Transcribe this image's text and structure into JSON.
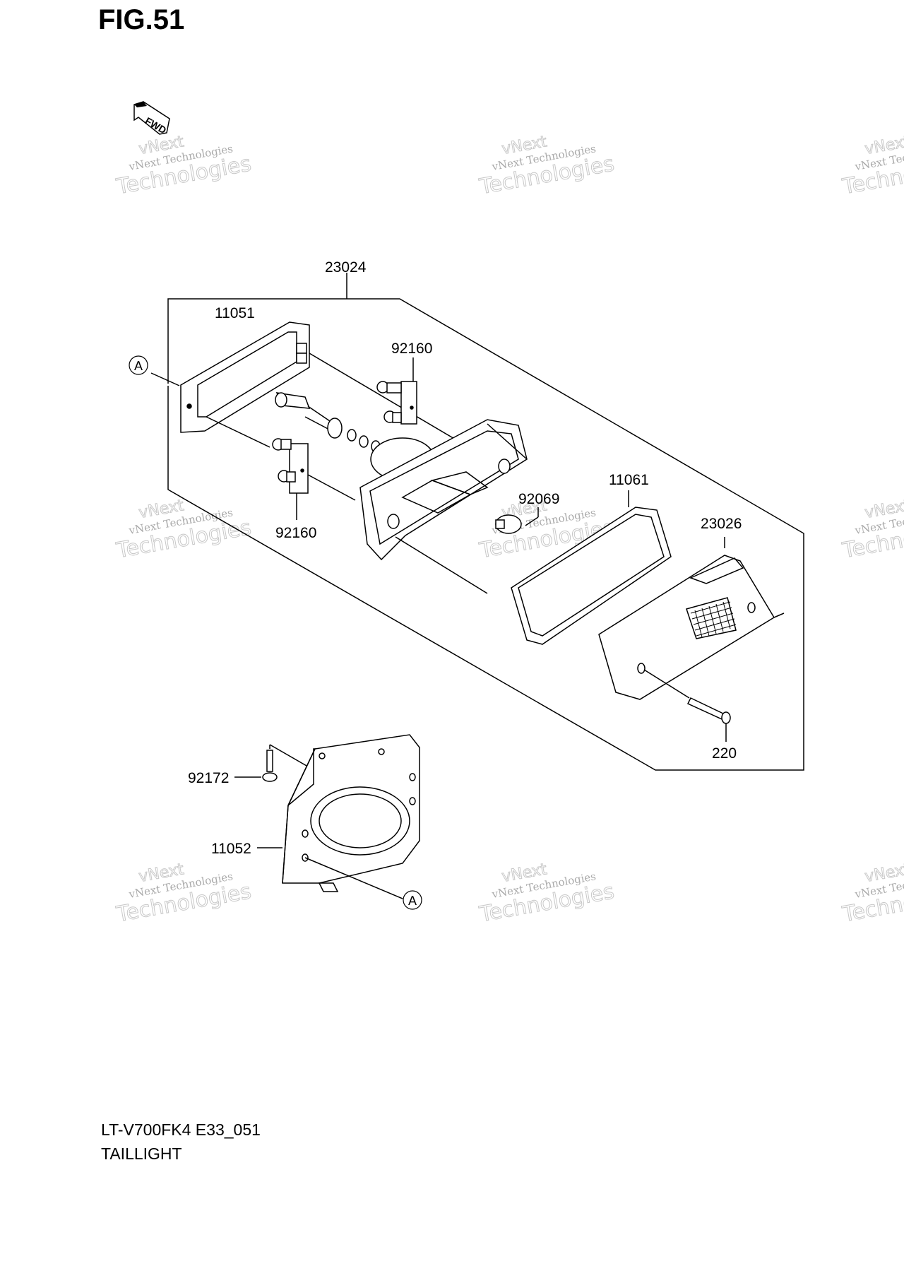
{
  "figure": {
    "title": "FIG.51",
    "model_code": "LT-V700FK4 E33_051",
    "assembly_name": "TAILLIGHT"
  },
  "fwd_label": "FWD",
  "callout_letter": "A",
  "parts": [
    {
      "number": "23024"
    },
    {
      "number": "11051"
    },
    {
      "number": "92160"
    },
    {
      "number": "92160"
    },
    {
      "number": "92069"
    },
    {
      "number": "11061"
    },
    {
      "number": "23026"
    },
    {
      "number": "220"
    },
    {
      "number": "92172"
    },
    {
      "number": "11052"
    }
  ],
  "watermark": {
    "line1": "vNext",
    "line2": "vNext Technologies",
    "line3": "Technologies"
  }
}
